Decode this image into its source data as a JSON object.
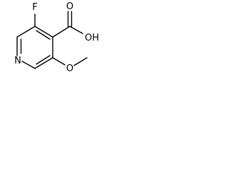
{
  "molecule": {
    "labels": {
      "fluorine": "F",
      "carbonyl_oxygen": "O",
      "hydroxyl": "OH",
      "ring_nitrogen": "N",
      "ether_oxygen": "O"
    }
  },
  "colors": {
    "bond": "#000000",
    "label": "#000000",
    "background": "#ffffff"
  }
}
